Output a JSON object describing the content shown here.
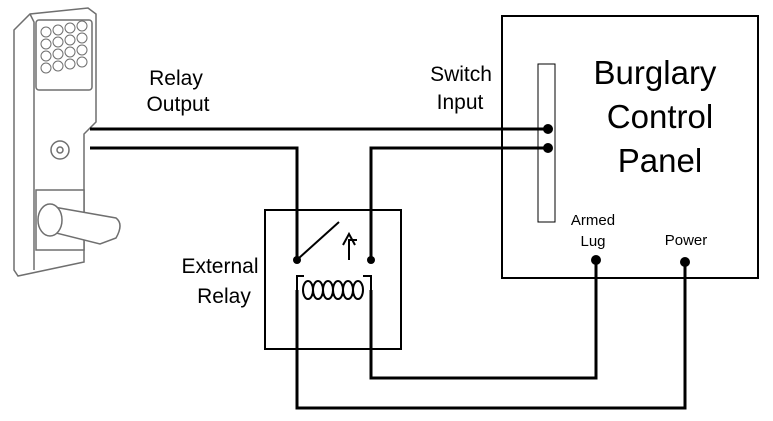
{
  "diagram": {
    "labels": {
      "relay_output_line1": "Relay",
      "relay_output_line2": "Output",
      "switch_input_line1": "Switch",
      "switch_input_line2": "Input",
      "panel_line1": "Burglary",
      "panel_line2": "Control",
      "panel_line3": "Panel",
      "armed_lug_line1": "Armed",
      "armed_lug_line2": "Lug",
      "power": "Power",
      "external_relay_line1": "External",
      "external_relay_line2": "Relay"
    },
    "colors": {
      "wire": "#000000",
      "lock_body": "#ffffff",
      "lock_outline": "#6f6f6f",
      "background": "#ffffff"
    },
    "icons": {
      "lock": "keypad-lock-icon",
      "relay_coil": "relay-coil-icon",
      "relay_switch": "relay-switch-icon"
    }
  }
}
